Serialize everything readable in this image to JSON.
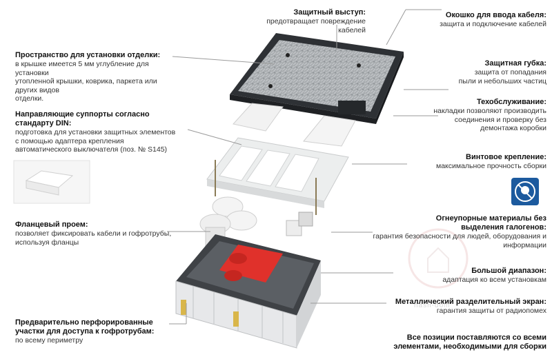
{
  "callouts": [
    {
      "id": "protective-ledge",
      "title": "Защитный выступ:",
      "body": "предотвращает повреждение кабелей"
    },
    {
      "id": "cable-entry-window",
      "title": "Окошко для ввода кабеля:",
      "body": "защита  и подключение кабелей"
    },
    {
      "id": "finishing-space",
      "title": "Пространство для установки отделки:",
      "body": "в крышке имеется 5 мм углубление для установки\nутопленной крышки, коврика, паркета или других видов\nотделки."
    },
    {
      "id": "protective-sponge",
      "title": "Защитная губка:",
      "body": "защита от попадания\nпыли и небольших частиц"
    },
    {
      "id": "maintenance",
      "title": "Техобслуживание:",
      "body": "накладки позволяют производить\nсоединения и проверку без\nдемонтажа коробки"
    },
    {
      "id": "din-supports",
      "title": "Направляющие суппорты согласно\nстандарту DIN:",
      "body": "подготовка для установки защитных элементов\nс помощью адаптера крепления\nавтоматического выключателя (поз. № S145)"
    },
    {
      "id": "screw-mount",
      "title": "Винтовое крепление:",
      "body": "максимальное прочность сборки"
    },
    {
      "id": "flange-opening",
      "title": "Фланцевый проем:",
      "body": "позволяет фиксировать кабели и гофротрубы,\nиспользуя фланцы"
    },
    {
      "id": "fireproof",
      "title": "Огнеупорные материалы без\nвыделения галогенов:",
      "body": "гарантия безопасности для людей, оборудования и\nинформации"
    },
    {
      "id": "wide-range",
      "title": "Большой диапазон:",
      "body": "адаптация ко всем установкам"
    },
    {
      "id": "metal-screen",
      "title": "Металлический разделительный экран:",
      "body": "гарантия защиты от радиопомех"
    },
    {
      "id": "perforated",
      "title": "Предварительно перфорированные\nучастки для доступа к гофротрубам:",
      "body": "по всему периметру"
    },
    {
      "id": "all-positions",
      "title": "Все позиции поставляются со всеми\nэлементами, необходимыми для сборки",
      "body": ""
    }
  ],
  "watermark": "nash-dom",
  "icons": [
    "no-halogen-icon"
  ],
  "colors": {
    "socket": "#e0312b",
    "frame": "#3f4246",
    "tray": "#e7e8ea",
    "line": "#9a9a9a"
  }
}
